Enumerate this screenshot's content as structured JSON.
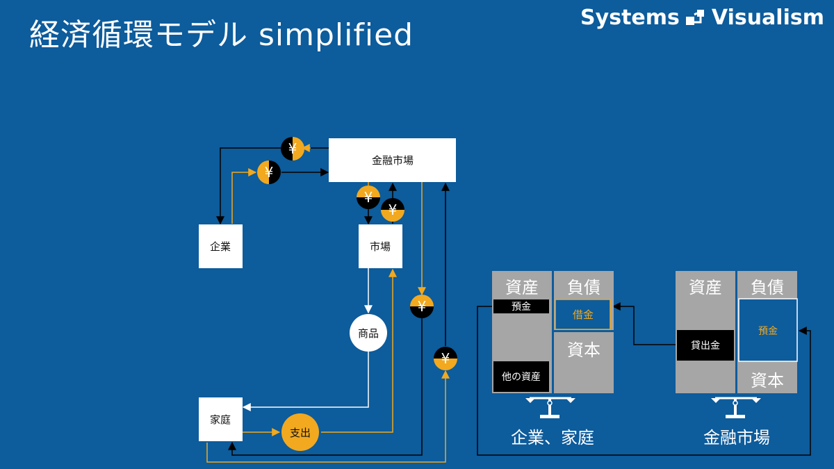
{
  "header": {
    "title": "経済循環モデル simplified",
    "brand": "Systems",
    "brand_suffix": "Visualism"
  },
  "flow": {
    "financial_market": "金融市場",
    "firms": "企業",
    "market": "市場",
    "household": "家庭",
    "goods": "商品",
    "spending": "支出",
    "yen": "¥"
  },
  "balance_left": {
    "assets": "資産",
    "liabilities": "負債",
    "capital": "資本",
    "deposit": "預金",
    "debt": "借金",
    "other_assets": "他の資産",
    "caption": "企業、家庭"
  },
  "balance_right": {
    "assets": "資産",
    "liabilities": "負債",
    "capital": "資本",
    "loans": "貸出金",
    "deposit": "預金",
    "caption": "金融市場"
  },
  "colors": {
    "background": "#0d5c9c",
    "gold": "#f2a91f",
    "black": "#000000",
    "gray": "#a6a6a6"
  }
}
